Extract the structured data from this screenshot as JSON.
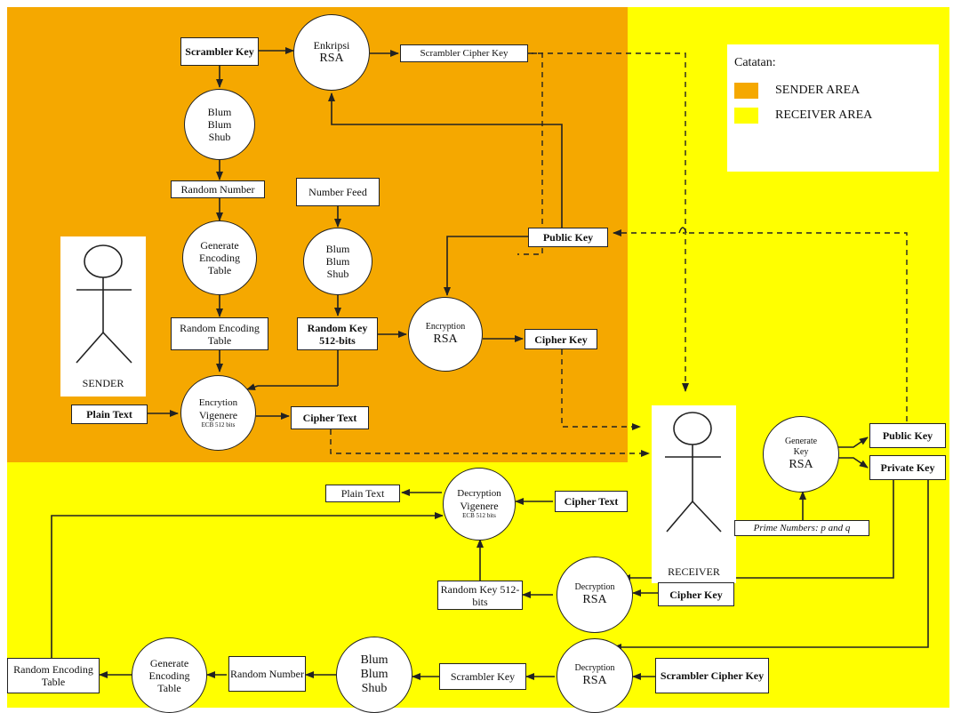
{
  "colors": {
    "sender": "#F5A800",
    "receiver": "#FFFF00",
    "line": "#222222"
  },
  "legend": {
    "title": "Catatan:",
    "sender": "SENDER AREA",
    "receiver": "RECEIVER AREA"
  },
  "sender": {
    "scrambler_key": "Scrambler Key",
    "enkripsi_rsa_1": "Enkripsi",
    "enkripsi_rsa_2": "RSA",
    "scrambler_cipher_key": "Scrambler Cipher Key",
    "bbs1_1": "Blum",
    "bbs1_2": "Blum",
    "bbs1_3": "Shub",
    "random_number": "Random Number",
    "number_feed": "Number Feed",
    "gen_table_1": "Generate",
    "gen_table_2": "Encoding",
    "gen_table_3": "Table",
    "bbs2_1": "Blum",
    "bbs2_2": "Blum",
    "bbs2_3": "Shub",
    "public_key": "Public Key",
    "random_encoding_table": "Random Encoding Table",
    "random_key_512": "Random Key 512-bits",
    "encryption_rsa_1": "Encryption",
    "encryption_rsa_2": "RSA",
    "cipher_key": "Cipher Key",
    "encrytion_vig_1": "Encrytion",
    "encrytion_vig_2": "Vigenere",
    "encrytion_vig_3": "ECB 512 bits",
    "plain_text": "Plain Text",
    "cipher_text": "Cipher Text",
    "actor": "SENDER"
  },
  "receiver": {
    "actor": "RECEIVER",
    "gen_key_1": "Generate",
    "gen_key_2": "Key",
    "gen_key_3": "RSA",
    "public_key": "Public Key",
    "private_key": "Private Key",
    "prime_numbers": "Prime Numbers: p and q",
    "plain_text": "Plain Text",
    "dec_vig_1": "Decryption",
    "dec_vig_2": "Vigenere",
    "dec_vig_3": "ECB 512 bits",
    "cipher_text": "Cipher Text",
    "random_key_512": "Random Key 512-bits",
    "dec_rsa1_1": "Decryption",
    "dec_rsa1_2": "RSA",
    "cipher_key": "Cipher Key",
    "random_encoding_table": "Random Encoding Table",
    "gen_table_1": "Generate",
    "gen_table_2": "Encoding",
    "gen_table_3": "Table",
    "random_number": "Random Number",
    "bbs_1": "Blum",
    "bbs_2": "Blum",
    "bbs_3": "Shub",
    "scrambler_key": "Scrambler Key",
    "dec_rsa2_1": "Decryption",
    "dec_rsa2_2": "RSA",
    "scrambler_cipher_key": "Scrambler Cipher Key"
  }
}
